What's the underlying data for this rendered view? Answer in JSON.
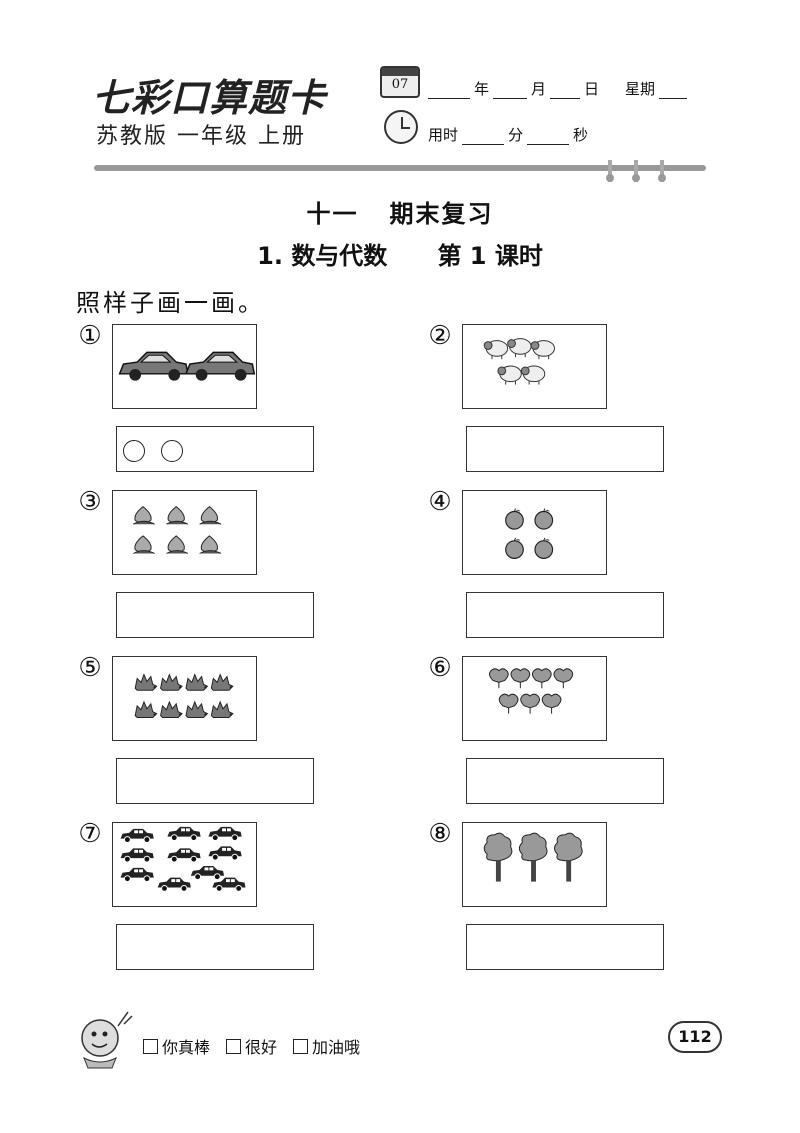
{
  "header": {
    "brand_title": "七彩口算题卡",
    "brand_subtitle": "苏教版  一年级  上册",
    "calendar_number": "07",
    "date_labels": {
      "year": "年",
      "month": "月",
      "day": "日",
      "weekday": "星期"
    },
    "time_labels": {
      "used": "用时",
      "minutes": "分",
      "seconds": "秒"
    }
  },
  "section_title": "十一   期末复习",
  "lesson_title": "1. 数与代数      第 1 课时",
  "instruction": "照样子画一画。",
  "items": [
    {
      "num": "①",
      "picture": "car",
      "count": 2,
      "example_circles": 2
    },
    {
      "num": "②",
      "picture": "sheep",
      "count": 5
    },
    {
      "num": "③",
      "picture": "peach",
      "count": 6
    },
    {
      "num": "④",
      "picture": "apple",
      "count": 4
    },
    {
      "num": "⑤",
      "picture": "hedgehog",
      "count": 8
    },
    {
      "num": "⑥",
      "picture": "flower",
      "count": 7
    },
    {
      "num": "⑦",
      "picture": "small-car",
      "count": 10
    },
    {
      "num": "⑧",
      "picture": "tree",
      "count": 3
    }
  ],
  "footer": {
    "ratings": [
      "你真棒",
      "很好",
      "加油哦"
    ],
    "page_number": "112"
  }
}
